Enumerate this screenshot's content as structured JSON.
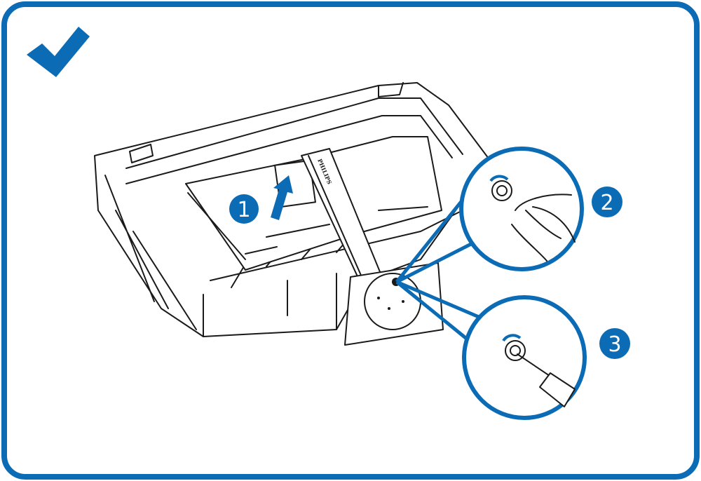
{
  "colors": {
    "accent": "#0b6cb5",
    "line": "#1a1a1a",
    "background": "#ffffff"
  },
  "icons": {
    "status": "checkmark-icon",
    "direction": "arrow-up-icon"
  },
  "steps": [
    {
      "number": "1"
    },
    {
      "number": "2"
    },
    {
      "number": "3"
    }
  ],
  "product": {
    "brand": "PHILIPS"
  }
}
